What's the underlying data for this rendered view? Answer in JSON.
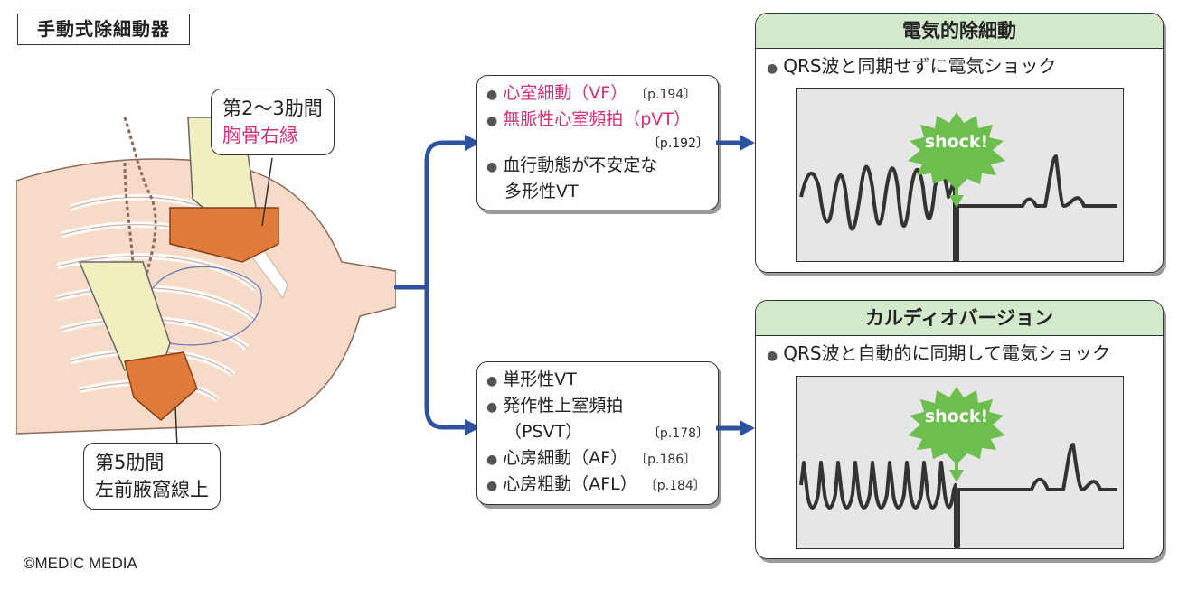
{
  "title": "手動式除細動器",
  "callout_upper": {
    "line1": "第2〜3肋間",
    "line2": "胸骨右縁"
  },
  "callout_lower": {
    "line1": "第5肋間",
    "line2": "左前腋窩線上"
  },
  "upper_indications": [
    {
      "text": "心室細動（VF）",
      "ref": "〔p.194〕"
    },
    {
      "text": "無脈性心室頻拍（pVT）",
      "ref": "〔p.192〕"
    },
    {
      "text": "血行動態が不安定な",
      "text2": "多形性VT"
    }
  ],
  "lower_indications": [
    {
      "text": "単形性VT"
    },
    {
      "text": "発作性上室頻拍",
      "text2": "（PSVT）",
      "ref": "〔p.178〕"
    },
    {
      "text": "心房細動（AF）",
      "ref": "〔p.186〕"
    },
    {
      "text": "心房粗動（AFL）",
      "ref": "〔p.184〕"
    }
  ],
  "panel_upper": {
    "title": "電気的除細動",
    "desc": "QRS波と同期せずに電気ショック",
    "shock": "shock!"
  },
  "panel_lower": {
    "title": "カルディオバージョン",
    "desc": "QRS波と自動的に同期して電気ショック",
    "shock": "shock!"
  },
  "colors": {
    "arrow": "#2f52a0",
    "shock": "#6cbf4f",
    "pink": "#d1317a",
    "paddle": "#e07b3c",
    "panel_head": "#d3e9cc"
  },
  "copyright": "©MEDIC MEDIA"
}
